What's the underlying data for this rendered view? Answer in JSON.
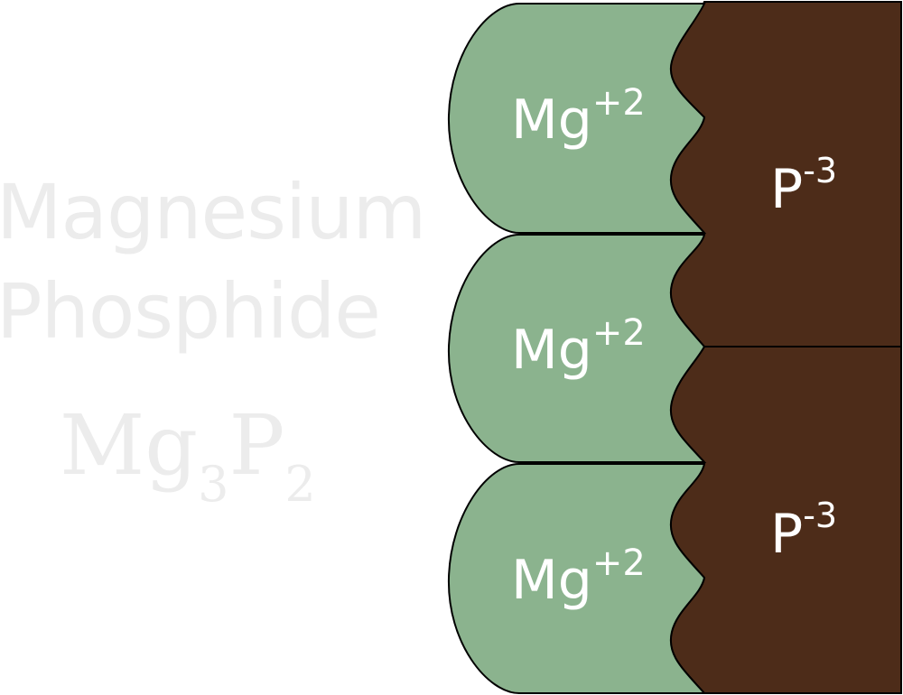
{
  "title": {
    "line1": "Magnesium",
    "line2": "Phosphide"
  },
  "formula": {
    "element1": "Mg",
    "count1": "3",
    "element2": "P",
    "count2": "2"
  },
  "cations": [
    {
      "symbol": "Mg",
      "charge": "+2"
    },
    {
      "symbol": "Mg",
      "charge": "+2"
    },
    {
      "symbol": "Mg",
      "charge": "+2"
    }
  ],
  "anions": [
    {
      "symbol": "P",
      "charge": "-3"
    },
    {
      "symbol": "P",
      "charge": "-3"
    }
  ],
  "colors": {
    "cation": "#8bb38e",
    "anion": "#4d2c19",
    "title": "#ececec"
  }
}
